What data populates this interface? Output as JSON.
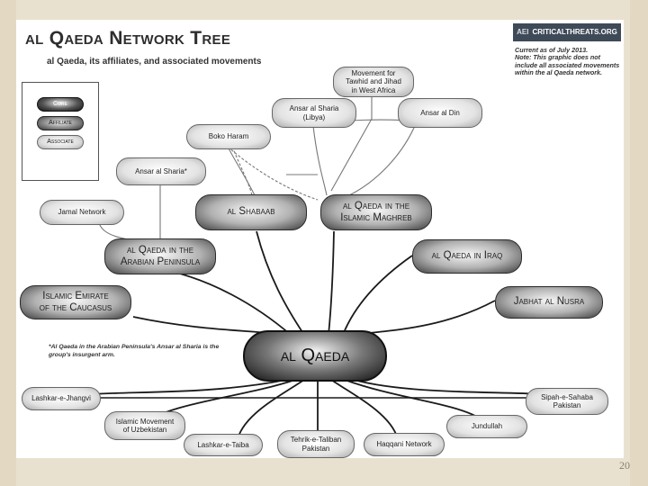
{
  "title": "al Qaeda Network Tree",
  "subtitle": "al Qaeda, its affiliates, and associated movements",
  "logo": {
    "mark": "AEI",
    "text": "CRITICALTHREATS.ORG"
  },
  "note": [
    "Current as of July 2013.",
    "Note: This graphic does not",
    "include all associated movements",
    "within the al Qaeda network."
  ],
  "legend": {
    "core": "Core",
    "affiliate": "Affiliate",
    "associate": "Associate"
  },
  "footnote": "*Al Qaeda in the Arabian Peninsula's Ansar al Sharia is the group's insurgent arm.",
  "core": "al Qaeda",
  "affiliates": {
    "caucasus": [
      "Islamic Emirate",
      "of the Caucasus"
    ],
    "aqap": [
      "al Qaeda in the",
      "Arabian Peninsula"
    ],
    "shabaab": "al Shabaab",
    "aqim": [
      "al Qaeda in the",
      "Islamic Maghreb"
    ],
    "aqi": "al Qaeda in Iraq",
    "nusra": "Jabhat al Nusra"
  },
  "associates_top": {
    "jamal": "Jamal Network",
    "ansar_sharia_yemen": "Ansar al Sharia*",
    "boko": "Boko Haram",
    "ansar_sharia_libya": [
      "Ansar al Sharia",
      "(Libya)"
    ],
    "mujao": [
      "Movement for",
      "Tawhid and Jihad",
      "in West Africa"
    ],
    "ansar_din": "Ansar al Din"
  },
  "associates_bottom": {
    "lej": "Lashkar-e-Jhangvi",
    "imu": [
      "Islamic Movement",
      "of Uzbekistan"
    ],
    "let": "Lashkar-e-Taiba",
    "ttp": [
      "Tehrik-e-Taliban",
      "Pakistan"
    ],
    "haqqani": "Haqqani Network",
    "jundullah": "Jundullah",
    "ssp": [
      "Sipah-e-Sahaba",
      "Pakistan"
    ]
  },
  "page_number": "20",
  "colors": {
    "frame": "#e9e1cf",
    "core_dark": "#111111",
    "affiliate_mid": "#b2b2b2",
    "associate_light": "#e3e3e3"
  }
}
